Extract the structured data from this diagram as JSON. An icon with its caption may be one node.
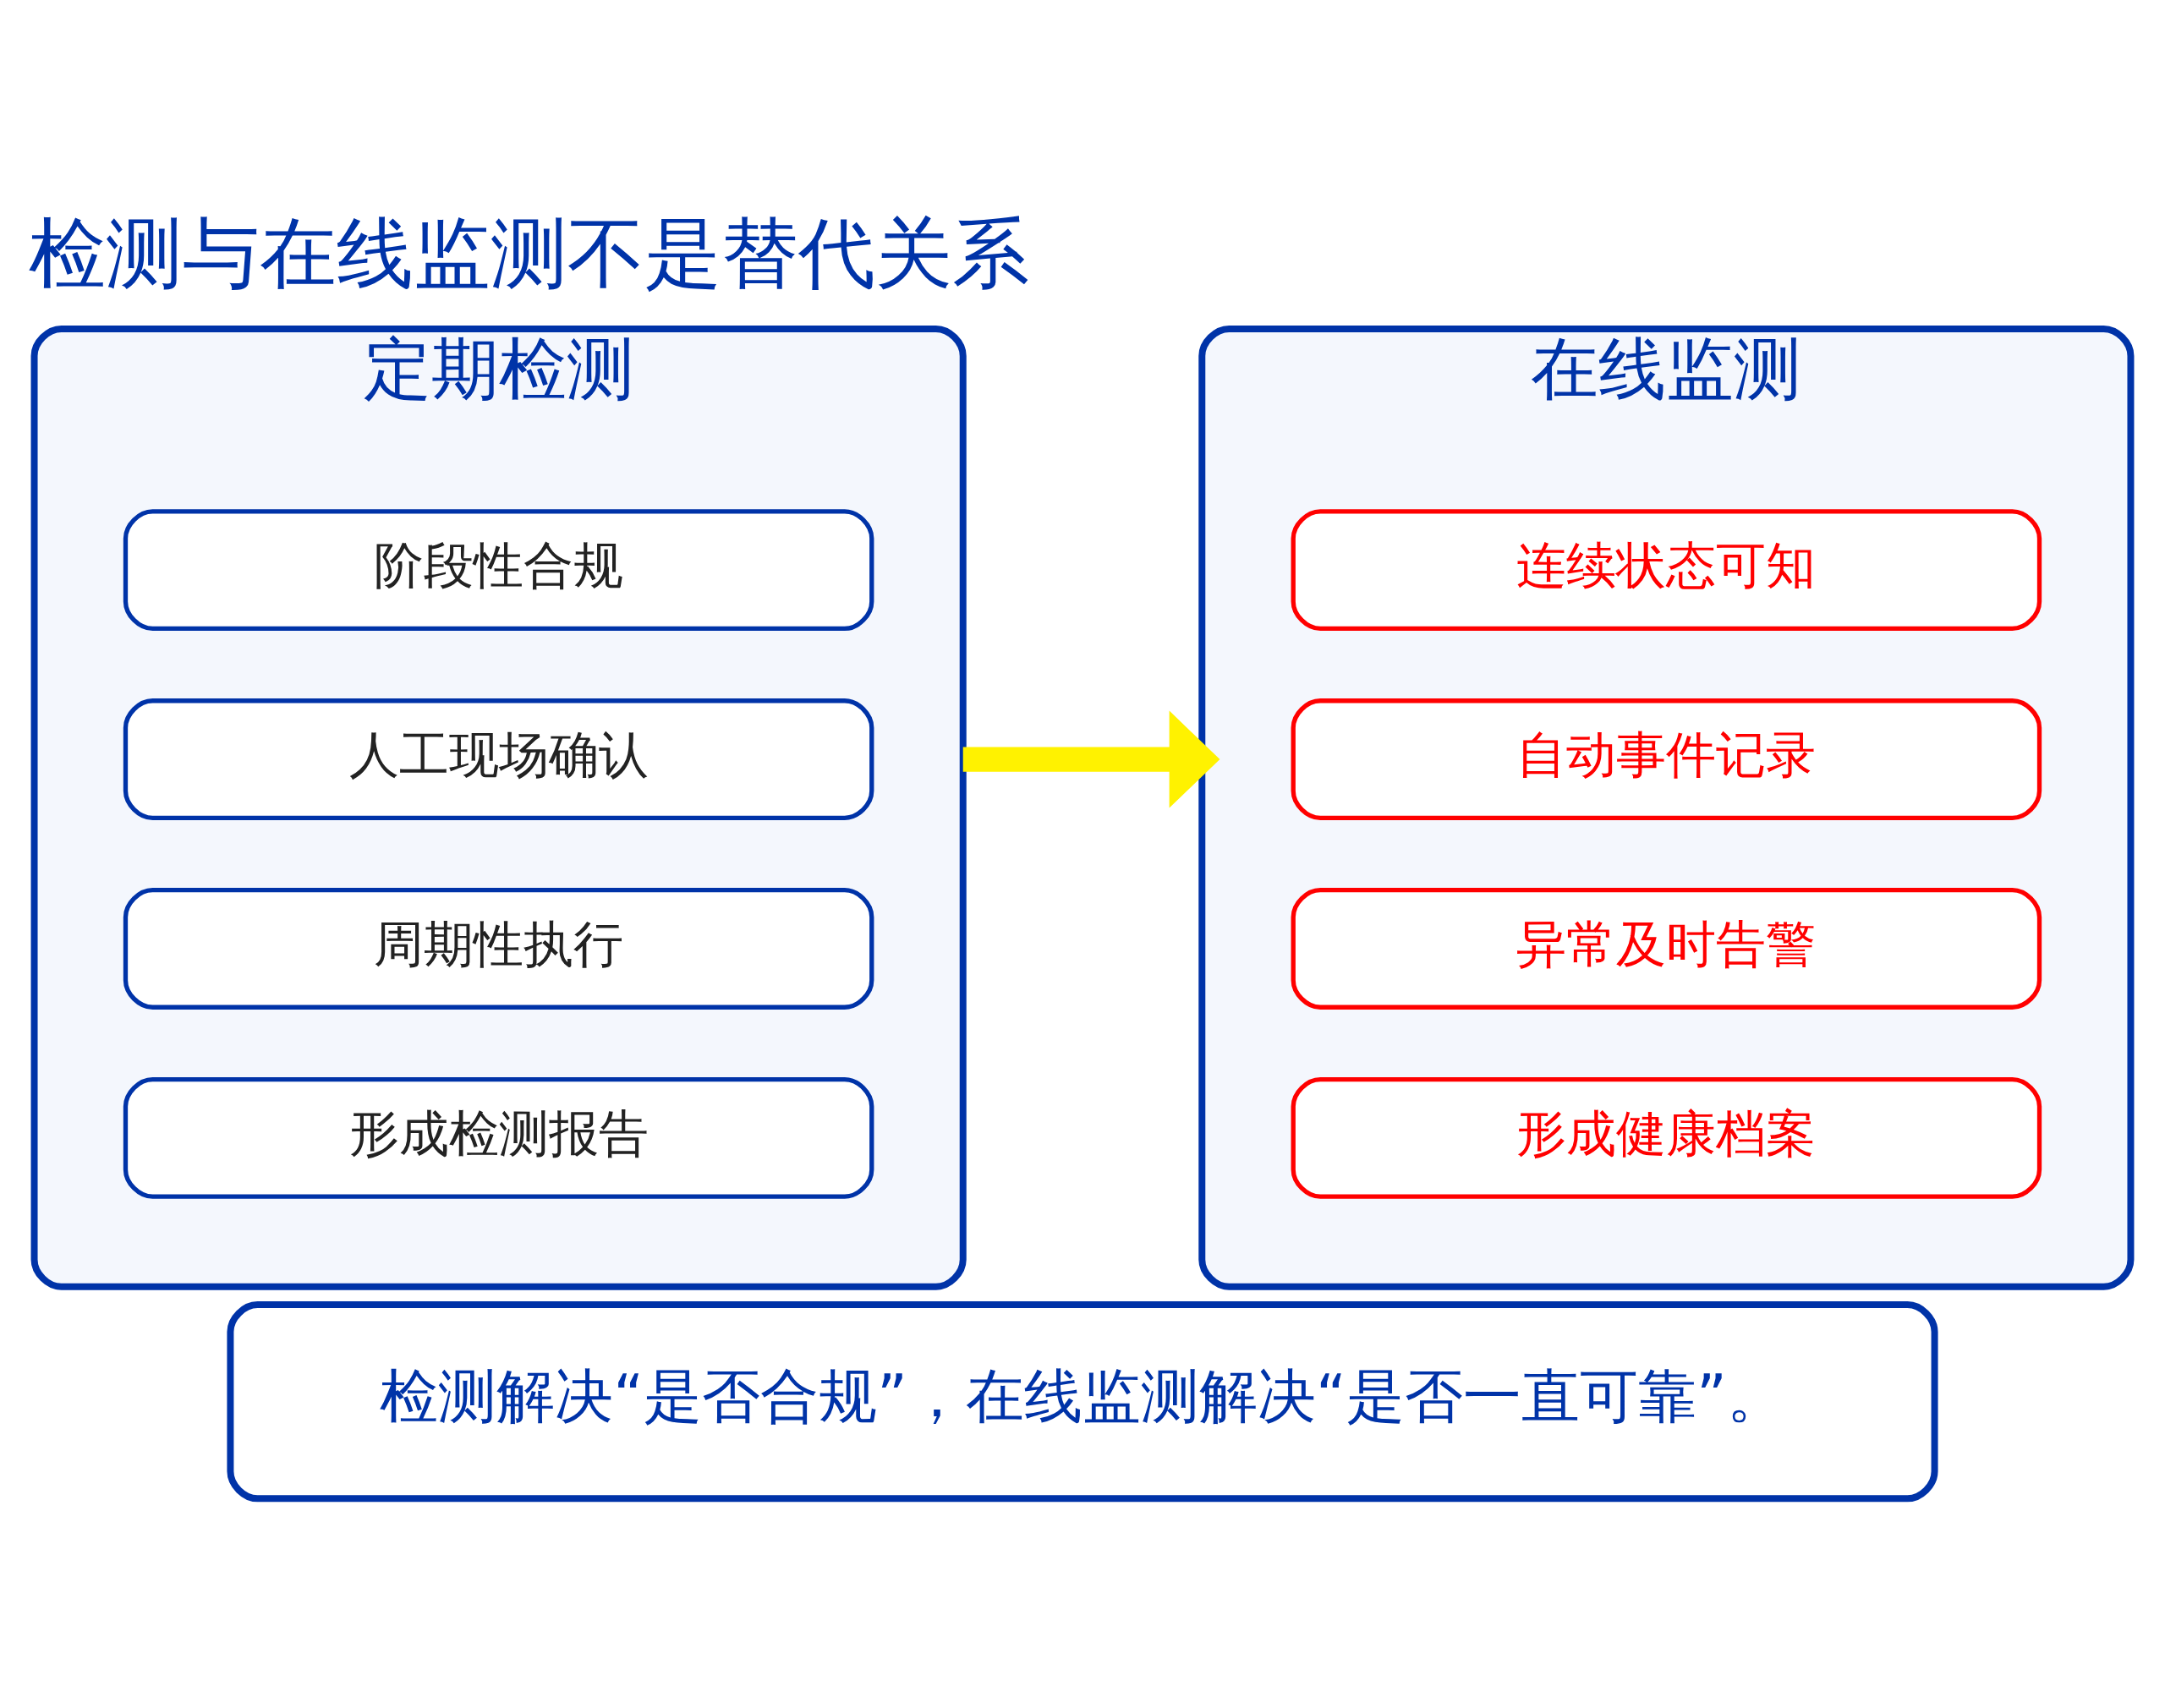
{
  "diagram": {
    "title": "检测与在线监测不是替代关系",
    "nodes": [
      {
        "text": [
          "定期检测"
        ]
      },
      {
        "text": [
          "阶段性合规"
        ],
        "in": 0
      },
      {
        "text": [
          "人工现场确认"
        ],
        "in": 0
      },
      {
        "text": [
          "周期性执行"
        ],
        "in": 0
      },
      {
        "text": [
          "形成检测报告"
        ],
        "in": 0
      },
      {
        "text": [
          "在线监测"
        ]
      },
      {
        "text": [
          "连续状态可知"
        ],
        "in": 5
      },
      {
        "text": [
          "自动事件记录"
        ],
        "in": 5
      },
      {
        "text": [
          "异常及时告警"
        ],
        "in": 5
      },
      {
        "text": [
          "形成健康档案"
        ],
        "in": 5
      },
      {
        "text": [
          "检测解决“是否合规”，在线监测解决“是否一直可靠”。"
        ]
      }
    ],
    "edges": [
      {
        "from": 0,
        "to": 5,
        "arrow": "to",
        "color": "#fff200"
      }
    ]
  }
}
